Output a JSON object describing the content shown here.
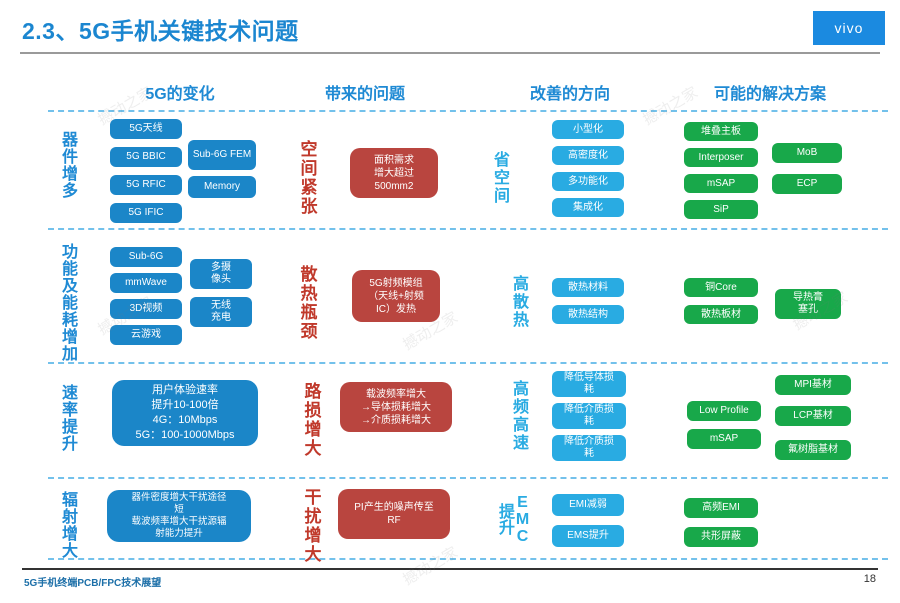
{
  "header": {
    "title": "2.3、5G手机关键技术问题",
    "logo": "vivo"
  },
  "columns": [
    {
      "label": "5G的变化"
    },
    {
      "label": "带来的问题"
    },
    {
      "label": "改善的方向"
    },
    {
      "label": "可能的解决方案"
    }
  ],
  "rows": [
    {
      "stage": "器件增多",
      "changes_a": [
        "5G天线",
        "5G BBIC",
        "5G RFIC",
        "5G IFIC"
      ],
      "changes_b": [
        "Sub-6G FEM",
        "Memory"
      ],
      "problem_label": "空间紧张",
      "problem_box": "面积需求\n增大超过\n500mm2",
      "direction_label": "省空间",
      "directions": [
        "小型化",
        "高密度化",
        "多功能化",
        "集成化"
      ],
      "solutions_a": [
        "堆叠主板",
        "Interposer",
        "mSAP",
        "SiP"
      ],
      "solutions_b": [
        "MoB",
        "ECP"
      ]
    },
    {
      "stage": "功能及能耗增加",
      "changes_a": [
        "Sub-6G",
        "mmWave",
        "3D视频",
        "云游戏"
      ],
      "changes_b": [
        "多摄\n像头",
        "无线\n充电"
      ],
      "problem_label": "散热瓶颈",
      "problem_box": "5G射频模组\n（天线+射频\nIC）发热",
      "direction_label": "高散热",
      "directions": [
        "散热材料",
        "散热结构"
      ],
      "solutions_a": [
        "铜Core",
        "散热板材"
      ],
      "solutions_b": [
        "导热膏\n塞孔"
      ]
    },
    {
      "stage": "速率提升",
      "changes_a": [
        "用户体验速率\n提升10-100倍\n4G：10Mbps\n5G：100-1000Mbps"
      ],
      "changes_b": [],
      "problem_label": "路损增大",
      "problem_box": "载波频率增大\n→导体损耗增大\n→介质损耗增大",
      "direction_label": "高频高速",
      "directions": [
        "降低导体损\n耗",
        "降低介质损\n耗",
        "降低介质损\n耗"
      ],
      "solutions_a": [
        "Low Profile",
        "mSAP"
      ],
      "solutions_b": [
        "MPI基材",
        "LCP基材",
        "氟树脂基材"
      ]
    },
    {
      "stage": "辐射增大",
      "changes_a": [
        "器件密度增大干扰途径\n短\n载波频率增大干扰源辐\n射能力提升"
      ],
      "changes_b": [],
      "problem_label": "干扰增大",
      "problem_box": "PI产生的噪声传至\nRF",
      "direction_label": "EMC 提升",
      "directions": [
        "EMI减弱",
        "EMS提升"
      ],
      "solutions_a": [
        "高频EMI",
        "共形屏蔽"
      ],
      "solutions_b": []
    }
  ],
  "footer": {
    "text": "5G手机终端PCB/FPC技术展望",
    "page": "18"
  },
  "colors": {
    "accent_blue": "#1f8ad4",
    "pill_blue_dark": "#1b86c8",
    "pill_blue_light": "#29abe2",
    "pill_green": "#18a84a",
    "pill_red": "#b9453f",
    "brand_blue": "#1b8ae0"
  },
  "watermarks": [
    "撼动之家",
    "撼动之家",
    "撼动之家",
    "撼动之家",
    "撼动之家",
    "撼动之家"
  ]
}
